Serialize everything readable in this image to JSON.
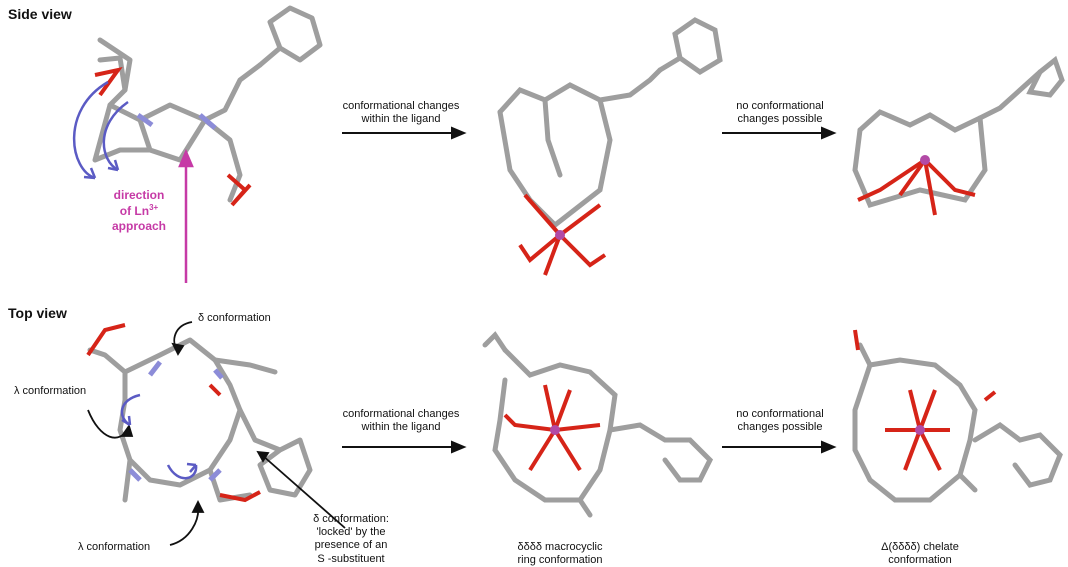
{
  "headings": {
    "side": "Side view",
    "top": "Top view"
  },
  "side_view": {
    "arrow1": {
      "line1": "conformational changes",
      "line2": "within the ligand"
    },
    "arrow2": {
      "line1": "no conformational",
      "line2": "changes possible"
    },
    "approach": {
      "line1": "direction",
      "line2": "of Ln",
      "sup": "3+",
      "line3": "approach"
    }
  },
  "top_view": {
    "delta_top": "δ conformation",
    "lambda_top": "λ conformation",
    "lambda_bottom": "λ conformation",
    "delta_locked": {
      "line1": "δ conformation:",
      "line2": "'locked' by the",
      "line3": "presence of an",
      "line4": "S -substituent"
    },
    "arrow1": {
      "line1": "conformational changes",
      "line2": "within the ligand"
    },
    "arrow2": {
      "line1": "no conformational",
      "line2": "changes possible"
    },
    "caption_middle": {
      "line1": "δδδδ macrocyclic",
      "line2": "ring conformation"
    },
    "caption_right": {
      "line1": "Δ(δδδδ) chelate",
      "line2": "conformation"
    }
  },
  "colors": {
    "bond": "#9e9e9e",
    "nitrogen": "#8c8cd8",
    "oxygen": "#d62418",
    "metal": "#b24aa6",
    "hydrogen": "#e8e8e8",
    "curve_blue": "#5b5bc4",
    "approach_magenta": "#c63aa6"
  }
}
